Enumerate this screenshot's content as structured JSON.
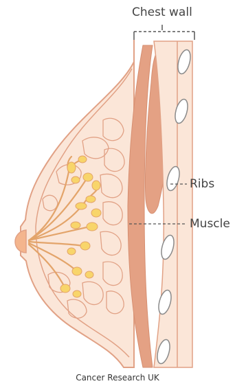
{
  "labels": {
    "chest_wall": "Chest wall",
    "ribs": "Ribs",
    "muscle": "Muscle",
    "credit": "Cancer Research UK"
  },
  "colors": {
    "skin_fill": "#fbe6d8",
    "outline": "#e1a185",
    "muscle": "#e4a184",
    "gland": "#f8d56b",
    "duct": "#e3a46a",
    "nipple": "#f4b58d",
    "rib_fill": "#ffffff",
    "rib_outline": "#8a8a8a",
    "leader": "#555555"
  }
}
